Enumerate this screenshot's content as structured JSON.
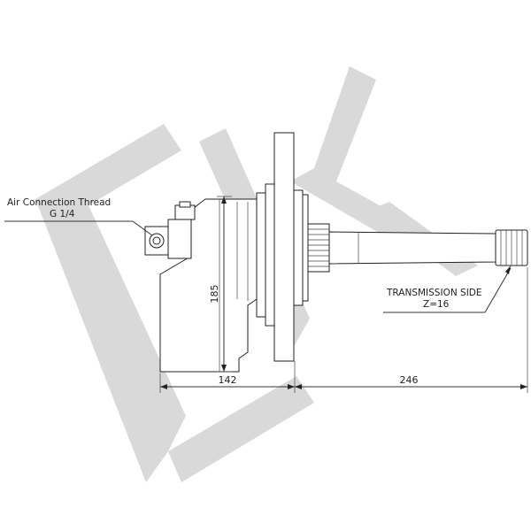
{
  "callouts": {
    "air_connection": {
      "line1": "Air Connection Thread",
      "line2": "G 1/4"
    },
    "transmission": {
      "line1": "TRANSMISSION SIDE",
      "line2": "Z=16"
    }
  },
  "dimensions": {
    "height": "185",
    "left_width": "142",
    "right_length": "246"
  },
  "colors": {
    "watermark": "#d9d9d9",
    "lines": "#222222"
  }
}
